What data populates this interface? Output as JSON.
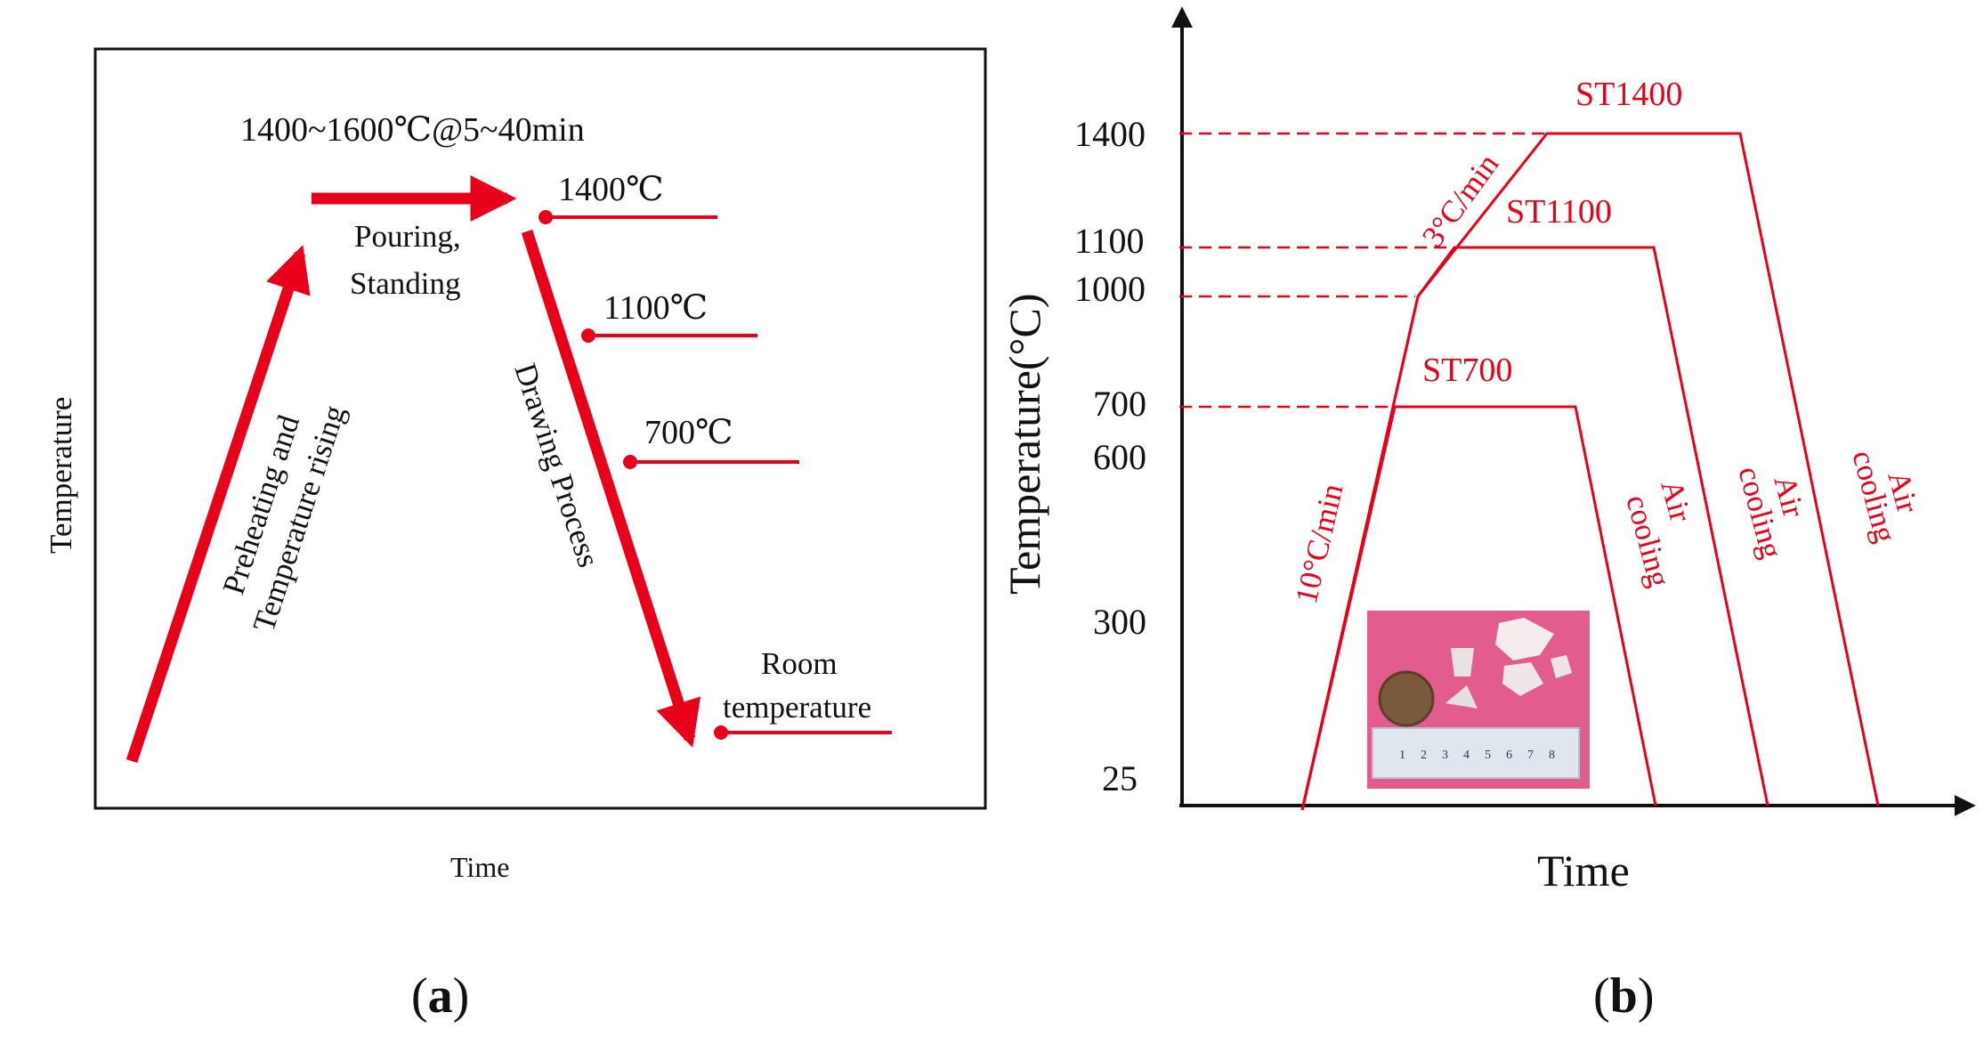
{
  "colors": {
    "process_red": "#e8001a",
    "frame_black": "#111111",
    "photo_background": "#e25c8e"
  },
  "panel_a": {
    "caption_letter": "a",
    "axis_y_label": "Temperature",
    "axis_x_label": "Time",
    "hold_condition": "1400~1600℃@5~40min",
    "stage_preheating": [
      "Preheating and",
      "Temperature rising"
    ],
    "stage_pouring": [
      "Pouring,",
      "Standing"
    ],
    "stage_drawing": "Drawing Process",
    "temp_1400": "1400℃",
    "temp_1100": "1100℃",
    "temp_700": "700℃",
    "room_temp": [
      "Room",
      "temperature"
    ]
  },
  "panel_b": {
    "caption_letter": "b",
    "axis_y_label": "Temperature(°C)",
    "axis_x_label": "Time",
    "y_ticks": [
      "1400",
      "1100",
      "1000",
      "700",
      "600",
      "300",
      "25"
    ],
    "series_names": [
      "ST1400",
      "ST1100",
      "ST700"
    ],
    "heating_rate_fast": "10°C/min",
    "heating_rate_slow": "3°C/min",
    "cooling_label": [
      "Air",
      "cooling"
    ],
    "photo_icon": "sample-photo-icon",
    "ruler_digits": [
      "1",
      "2",
      "3",
      "4",
      "5",
      "6",
      "7",
      "8"
    ]
  },
  "chart_data": {
    "type": "line",
    "xlabel": "Time",
    "ylabel": "Temperature(°C)",
    "y_tick_values": [
      25,
      300,
      600,
      700,
      1000,
      1100,
      1400
    ],
    "series": [
      {
        "name": "ST700",
        "hold_temperature": 700,
        "heating_rate": "10°C/min",
        "cooling": "Air cooling"
      },
      {
        "name": "ST1100",
        "hold_temperature": 1100,
        "heating_rate": "10°C/min to 1000, then 3°C/min",
        "cooling": "Air cooling"
      },
      {
        "name": "ST1400",
        "hold_temperature": 1400,
        "heating_rate": "10°C/min to 1000, then 3°C/min",
        "cooling": "Air cooling"
      }
    ]
  }
}
